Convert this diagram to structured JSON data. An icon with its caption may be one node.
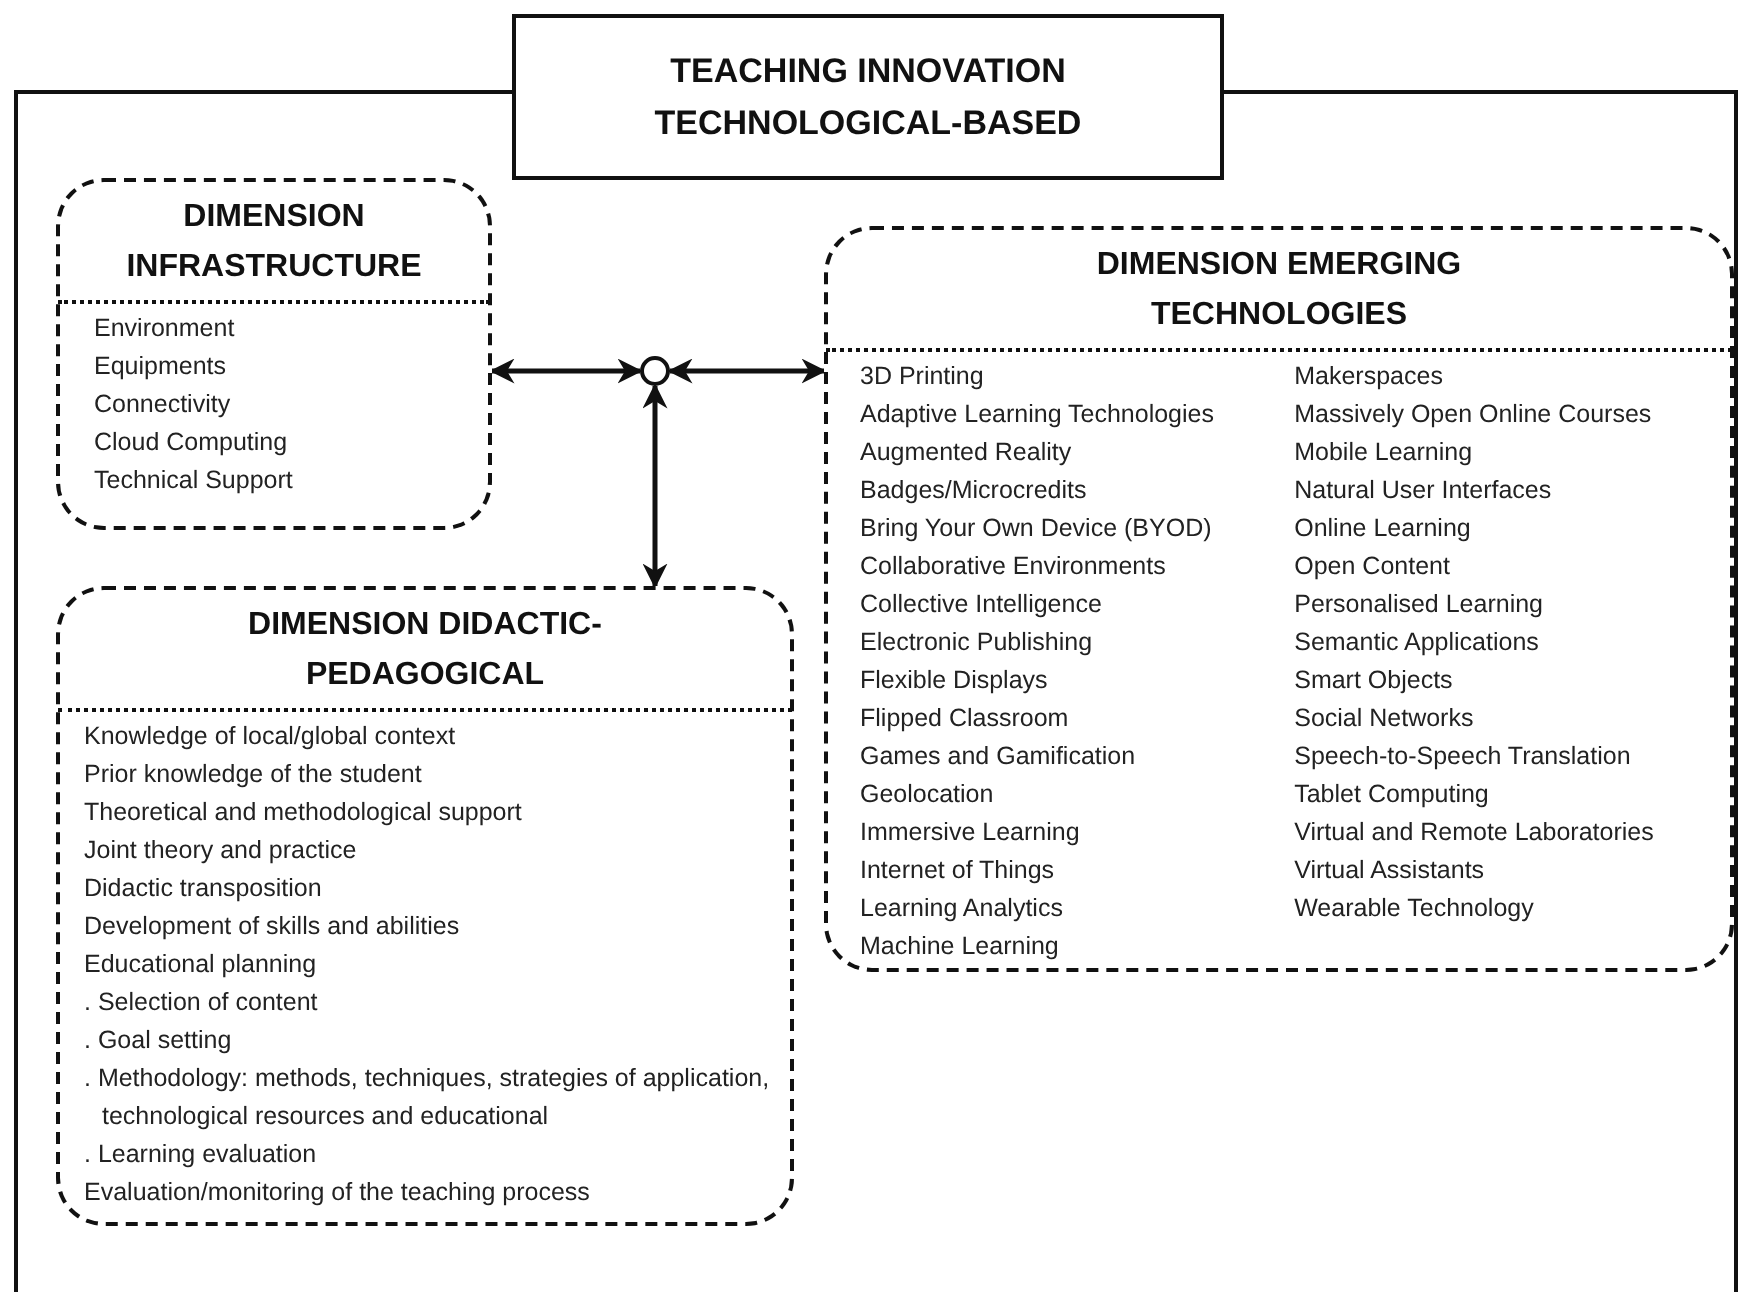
{
  "diagram": {
    "nodes": [
      {
        "text": [
          "TEACHING INNOVATION TECHNOLOGICAL-BASED"
        ]
      },
      {
        "text": [
          "DIMENSION INFRASTRUCTURE",
          "Environment",
          "Equipments",
          "Connectivity",
          "Cloud Computing",
          "Technical Support"
        ]
      },
      {
        "text": [],
        "shape": "circle"
      },
      {
        "text": [
          "DIMENSION EMERGING TECHNOLOGIES",
          "3D Printing",
          "Adaptive Learning Technologies",
          "Augmented Reality",
          "Badges/Microcredits",
          "Bring Your Own Device (BYOD)",
          "Collaborative Environments",
          "Collective Intelligence",
          "Electronic Publishing",
          "Flexible Displays",
          "Flipped Classroom",
          "Games and Gamification",
          "Geolocation",
          "Immersive Learning",
          "Internet of Things",
          "Learning Analytics",
          "Machine Learning",
          "Makerspaces",
          "Massively Open Online Courses",
          "Mobile Learning",
          "Natural User Interfaces",
          "Online Learning",
          "Open Content",
          "Personalised Learning",
          "Semantic Applications",
          "Smart Objects",
          "Social Networks",
          "Speech-to-Speech Translation",
          "Tablet Computing",
          "Virtual and Remote Laboratories",
          "Virtual Assistants",
          "Wearable Technology"
        ]
      },
      {
        "text": [
          "DIMENSION DIDACTIC-PEDAGOGICAL",
          "Knowledge of local/global context",
          "Prior knowledge of the student",
          "Theoretical and methodological support",
          "Joint theory and practice",
          "Didactic transposition",
          "Development of skills and abilities",
          "Educational planning",
          ". Selection of content",
          ". Goal setting",
          ". Methodology: methods, techniques, strategies of application, technological resources and educational",
          ". Learning evaluation",
          "Evaluation/monitoring of the teaching process"
        ]
      }
    ],
    "edges": [
      {
        "from": 1,
        "to": 2,
        "arrow": "both"
      },
      {
        "from": 2,
        "to": 3,
        "arrow": "both"
      },
      {
        "from": 2,
        "to": 4,
        "arrow": "both"
      }
    ]
  }
}
